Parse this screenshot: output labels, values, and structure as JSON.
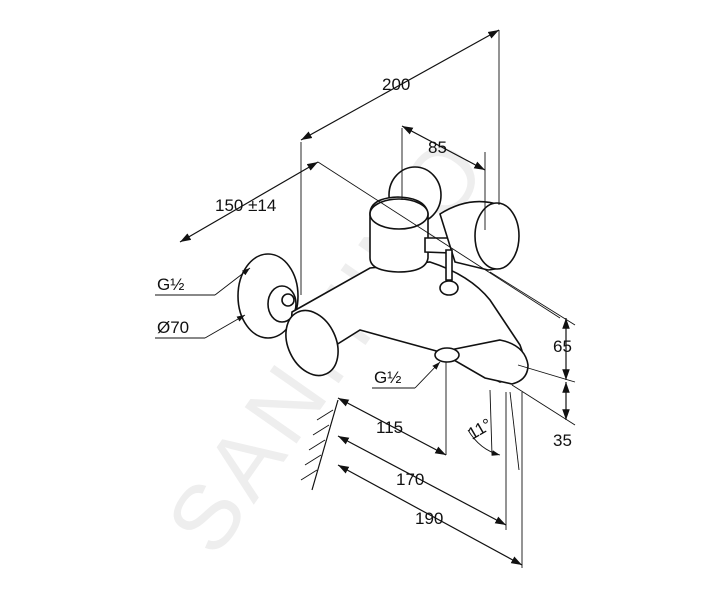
{
  "watermark": "SANITINO",
  "dimensions": {
    "d200": "200",
    "d85": "85",
    "d150": "150 ±14",
    "d65": "65",
    "d35": "35",
    "d115": "115",
    "d170": "170",
    "d190": "190",
    "angle": "11°"
  },
  "labels": {
    "thread_top": "G½",
    "diameter": "Ø70",
    "thread_bottom": "G½"
  }
}
